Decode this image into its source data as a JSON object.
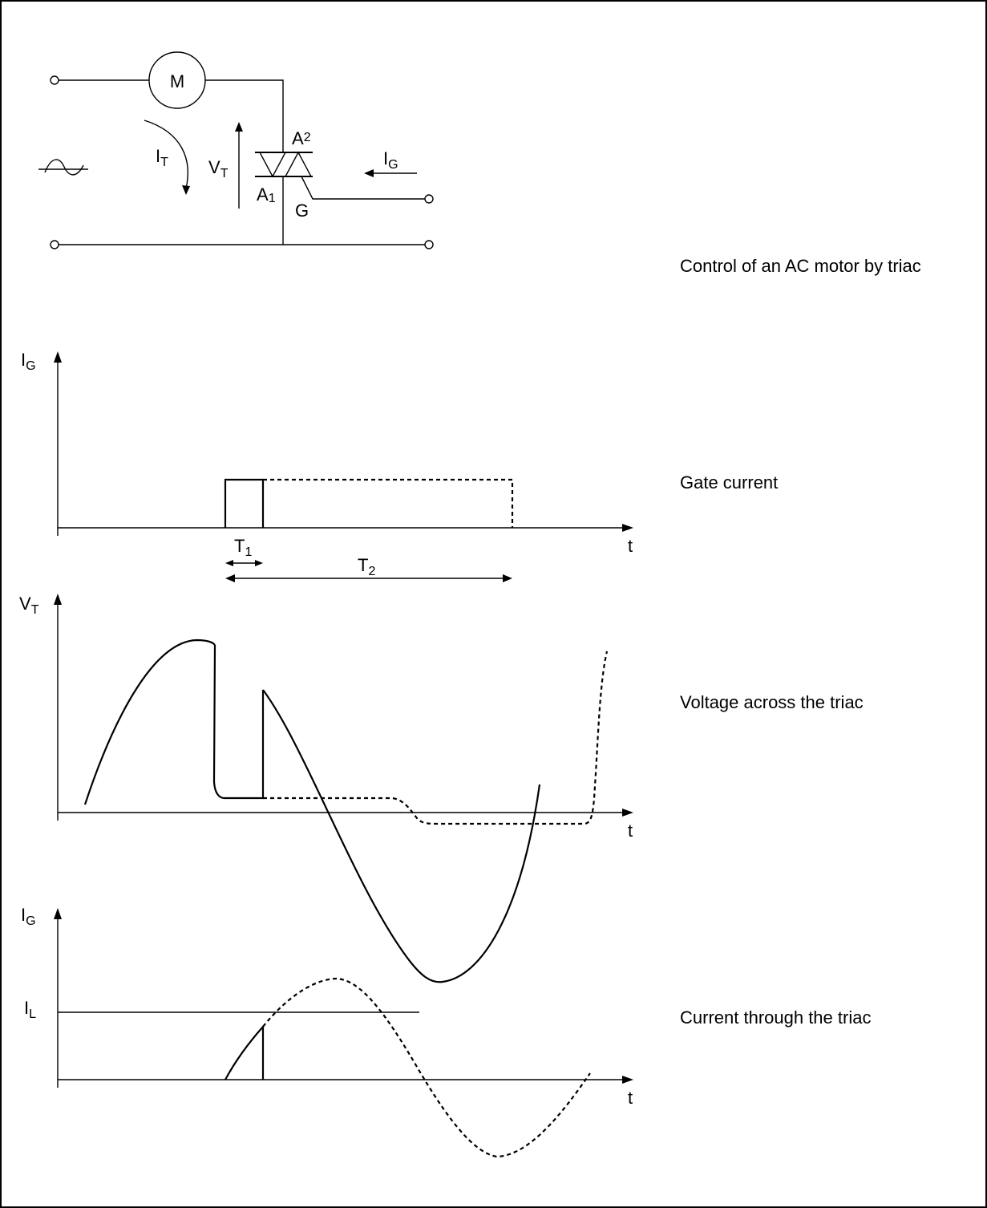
{
  "circuit": {
    "motor_label": "M",
    "it": {
      "main": "I",
      "sub": "T"
    },
    "vt": {
      "main": "V",
      "sub": "T"
    },
    "ig": {
      "main": "I",
      "sub": "G"
    },
    "a2": {
      "main": "A",
      "sub": "2"
    },
    "a1": {
      "main": "A",
      "sub": "1"
    },
    "gate": "G",
    "ac_symbol": "ac-source-icon"
  },
  "captions": {
    "circuit": "Control of an AC motor by triac",
    "gate": "Gate current",
    "voltage": "Voltage across the triac",
    "current": "Current through the triac"
  },
  "plots": {
    "gate": {
      "ylabel": {
        "main": "I",
        "sub": "G"
      },
      "xlabel": "t",
      "t1": {
        "main": "T",
        "sub": "1"
      },
      "t2": {
        "main": "T",
        "sub": "2"
      }
    },
    "voltage": {
      "ylabel": {
        "main": "V",
        "sub": "T"
      },
      "xlabel": "t"
    },
    "current": {
      "ylabel": {
        "main": "I",
        "sub": "G"
      },
      "xlabel": "t",
      "il": {
        "main": "I",
        "sub": "L"
      }
    }
  }
}
